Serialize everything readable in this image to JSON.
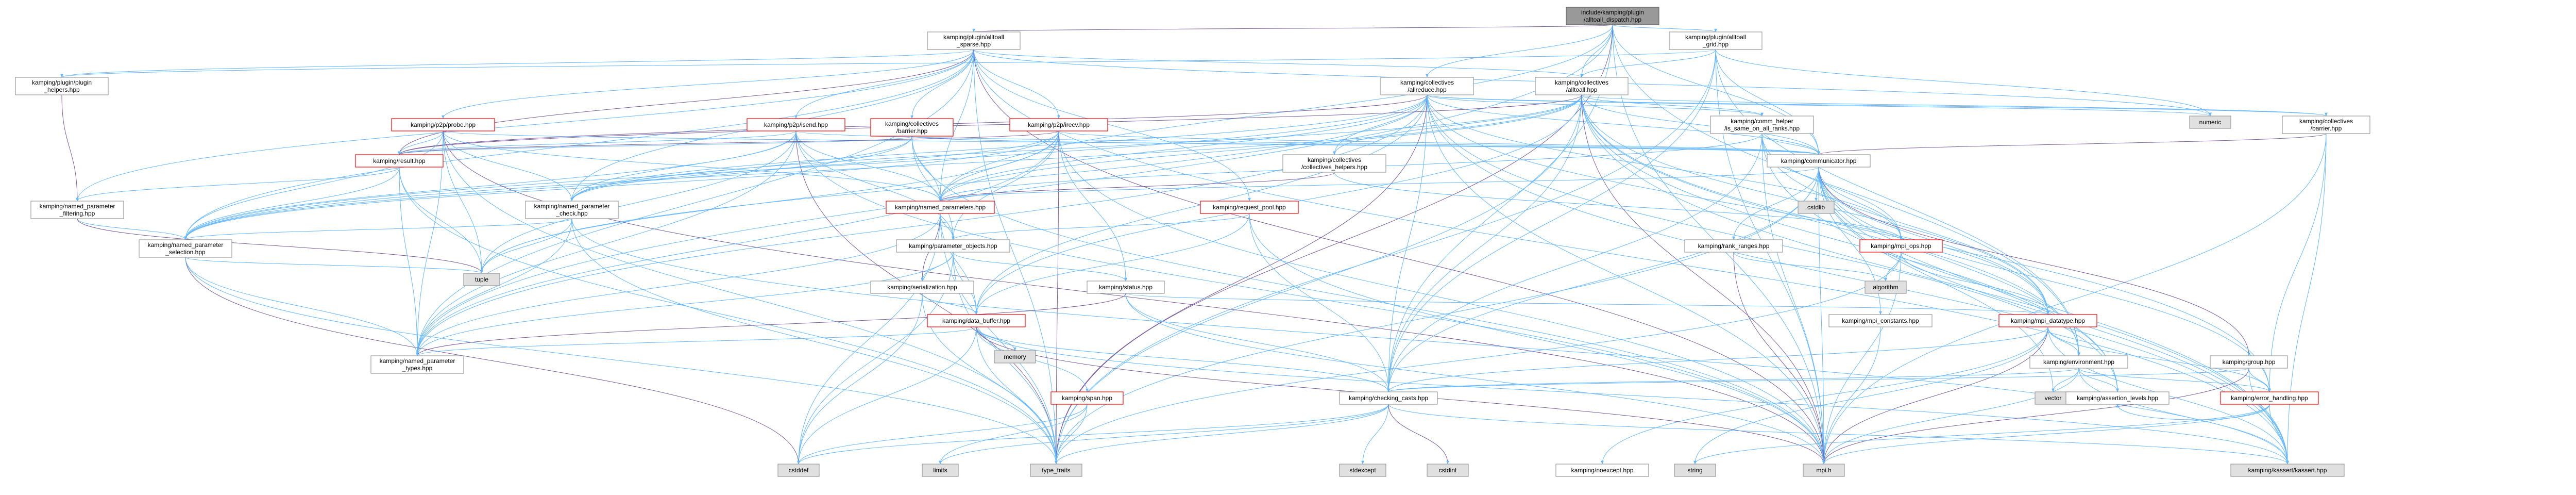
{
  "nodes": [
    {
      "id": "root",
      "lines": [
        "include/kamping/plugin",
        "/alltoall_dispatch.hpp"
      ],
      "style": "root"
    },
    {
      "id": "sparse",
      "lines": [
        "kamping/plugin/alltoall",
        "_sparse.hpp"
      ],
      "style": "normal"
    },
    {
      "id": "grid",
      "lines": [
        "kamping/plugin/alltoall",
        "_grid.hpp"
      ],
      "style": "normal"
    },
    {
      "id": "plugin_helpers",
      "lines": [
        "kamping/plugin/plugin",
        "_helpers.hpp"
      ],
      "style": "normal"
    },
    {
      "id": "coll_allreduce",
      "lines": [
        "kamping/collectives",
        "/allreduce.hpp"
      ],
      "style": "normal"
    },
    {
      "id": "coll_alltoall",
      "lines": [
        "kamping/collectives",
        "/alltoall.hpp"
      ],
      "style": "normal"
    },
    {
      "id": "p2p_probe",
      "lines": [
        "kamping/p2p/probe.hpp"
      ],
      "style": "red"
    },
    {
      "id": "p2p_isend",
      "lines": [
        "kamping/p2p/isend.hpp"
      ],
      "style": "red"
    },
    {
      "id": "coll_barrier_red",
      "lines": [
        "kamping/collectives",
        "/barrier.hpp"
      ],
      "style": "red"
    },
    {
      "id": "p2p_irecv",
      "lines": [
        "kamping/p2p/irecv.hpp"
      ],
      "style": "red"
    },
    {
      "id": "comm_helper",
      "lines": [
        "kamping/comm_helper",
        "/is_same_on_all_ranks.hpp"
      ],
      "style": "normal"
    },
    {
      "id": "coll_barrier",
      "lines": [
        "kamping/collectives",
        "/barrier.hpp"
      ],
      "style": "normal"
    },
    {
      "id": "numeric",
      "lines": [
        "numeric"
      ],
      "style": "dim"
    },
    {
      "id": "result",
      "lines": [
        "kamping/result.hpp"
      ],
      "style": "red"
    },
    {
      "id": "coll_helpers",
      "lines": [
        "kamping/collectives",
        "/collectives_helpers.hpp"
      ],
      "style": "normal"
    },
    {
      "id": "communicator",
      "lines": [
        "kamping/communicator.hpp"
      ],
      "style": "normal"
    },
    {
      "id": "np_filtering",
      "lines": [
        "kamping/named_parameter",
        "_filtering.hpp"
      ],
      "style": "normal"
    },
    {
      "id": "np_check",
      "lines": [
        "kamping/named_parameter",
        "_check.hpp"
      ],
      "style": "normal"
    },
    {
      "id": "named_params",
      "lines": [
        "kamping/named_parameters.hpp"
      ],
      "style": "red"
    },
    {
      "id": "request_pool",
      "lines": [
        "kamping/request_pool.hpp"
      ],
      "style": "red"
    },
    {
      "id": "cstdlib",
      "lines": [
        "cstdlib"
      ],
      "style": "dim"
    },
    {
      "id": "np_selection",
      "lines": [
        "kamping/named_parameter",
        "_selection.hpp"
      ],
      "style": "normal"
    },
    {
      "id": "param_objects",
      "lines": [
        "kamping/parameter_objects.hpp"
      ],
      "style": "normal"
    },
    {
      "id": "rank_ranges",
      "lines": [
        "kamping/rank_ranges.hpp"
      ],
      "style": "normal"
    },
    {
      "id": "mpi_ops",
      "lines": [
        "kamping/mpi_ops.hpp"
      ],
      "style": "red"
    },
    {
      "id": "tuple",
      "lines": [
        "tuple"
      ],
      "style": "dim"
    },
    {
      "id": "serialization",
      "lines": [
        "kamping/serialization.hpp"
      ],
      "style": "normal"
    },
    {
      "id": "status",
      "lines": [
        "kamping/status.hpp"
      ],
      "style": "normal"
    },
    {
      "id": "algorithm",
      "lines": [
        "algorithm"
      ],
      "style": "dim"
    },
    {
      "id": "mpi_constants",
      "lines": [
        "kamping/mpi_constants.hpp"
      ],
      "style": "normal"
    },
    {
      "id": "mpi_datatype",
      "lines": [
        "kamping/mpi_datatype.hpp"
      ],
      "style": "red"
    },
    {
      "id": "data_buffer",
      "lines": [
        "kamping/data_buffer.hpp"
      ],
      "style": "red"
    },
    {
      "id": "memory",
      "lines": [
        "memory"
      ],
      "style": "dim"
    },
    {
      "id": "environment",
      "lines": [
        "kamping/environment.hpp"
      ],
      "style": "normal"
    },
    {
      "id": "group",
      "lines": [
        "kamping/group.hpp"
      ],
      "style": "normal"
    },
    {
      "id": "np_types",
      "lines": [
        "kamping/named_parameter",
        "_types.hpp"
      ],
      "style": "normal"
    },
    {
      "id": "span",
      "lines": [
        "kamping/span.hpp"
      ],
      "style": "red"
    },
    {
      "id": "checking_casts",
      "lines": [
        "kamping/checking_casts.hpp"
      ],
      "style": "normal"
    },
    {
      "id": "vector",
      "lines": [
        "vector"
      ],
      "style": "dim"
    },
    {
      "id": "assertion_levels",
      "lines": [
        "kamping/assertion_levels.hpp"
      ],
      "style": "normal"
    },
    {
      "id": "error_handling",
      "lines": [
        "kamping/error_handling.hpp"
      ],
      "style": "red"
    },
    {
      "id": "cstddef",
      "lines": [
        "cstddef"
      ],
      "style": "dim"
    },
    {
      "id": "limits",
      "lines": [
        "limits"
      ],
      "style": "dim"
    },
    {
      "id": "type_traits",
      "lines": [
        "type_traits"
      ],
      "style": "dim"
    },
    {
      "id": "stdexcept",
      "lines": [
        "stdexcept"
      ],
      "style": "dim"
    },
    {
      "id": "cstdint",
      "lines": [
        "cstdint"
      ],
      "style": "dim"
    },
    {
      "id": "noexcept",
      "lines": [
        "kamping/noexcept.hpp"
      ],
      "style": "normal"
    },
    {
      "id": "string",
      "lines": [
        "string"
      ],
      "style": "dim"
    },
    {
      "id": "mpi_h",
      "lines": [
        "mpi.h"
      ],
      "style": "dim"
    },
    {
      "id": "kassert",
      "lines": [
        "kamping/kassert/kassert.hpp"
      ],
      "style": "dim"
    }
  ],
  "edges": [
    [
      "root",
      "sparse"
    ],
    [
      "root",
      "grid"
    ],
    [
      "root",
      "coll_allreduce"
    ],
    [
      "root",
      "coll_alltoall"
    ],
    [
      "root",
      "communicator"
    ],
    [
      "root",
      "environment"
    ],
    [
      "root",
      "np_types"
    ],
    [
      "root",
      "checking_casts"
    ],
    [
      "root",
      "named_params"
    ],
    [
      "root",
      "type_traits"
    ],
    [
      "root",
      "mpi_h"
    ],
    [
      "sparse",
      "plugin_helpers"
    ],
    [
      "sparse",
      "coll_alltoall"
    ],
    [
      "sparse",
      "p2p_probe"
    ],
    [
      "sparse",
      "p2p_isend"
    ],
    [
      "sparse",
      "coll_barrier_red"
    ],
    [
      "sparse",
      "p2p_irecv"
    ],
    [
      "sparse",
      "request_pool"
    ],
    [
      "sparse",
      "result"
    ],
    [
      "sparse",
      "np_check"
    ],
    [
      "sparse",
      "np_selection"
    ],
    [
      "sparse",
      "np_types"
    ],
    [
      "sparse",
      "named_params"
    ],
    [
      "sparse",
      "np_filtering"
    ],
    [
      "sparse",
      "numeric"
    ],
    [
      "sparse",
      "kassert"
    ],
    [
      "sparse",
      "type_traits"
    ],
    [
      "sparse",
      "mpi_h"
    ],
    [
      "grid",
      "plugin_helpers"
    ],
    [
      "grid",
      "coll_alltoall"
    ],
    [
      "grid",
      "communicator"
    ],
    [
      "grid",
      "checking_casts"
    ],
    [
      "grid",
      "environment"
    ],
    [
      "grid",
      "numeric"
    ],
    [
      "grid",
      "type_traits"
    ],
    [
      "grid",
      "mpi_h"
    ],
    [
      "plugin_helpers",
      "np_filtering"
    ],
    [
      "coll_allreduce",
      "comm_helper"
    ],
    [
      "coll_allreduce",
      "coll_barrier"
    ],
    [
      "coll_allreduce",
      "coll_helpers"
    ],
    [
      "coll_allreduce",
      "communicator"
    ],
    [
      "coll_allreduce",
      "np_check"
    ],
    [
      "coll_allreduce",
      "np_selection"
    ],
    [
      "coll_allreduce",
      "np_types"
    ],
    [
      "coll_allreduce",
      "named_params"
    ],
    [
      "coll_allreduce",
      "result"
    ],
    [
      "coll_allreduce",
      "numeric"
    ],
    [
      "coll_allreduce",
      "checking_casts"
    ],
    [
      "coll_allreduce",
      "data_buffer"
    ],
    [
      "coll_allreduce",
      "mpi_datatype"
    ],
    [
      "coll_allreduce",
      "mpi_ops"
    ],
    [
      "coll_allreduce",
      "assertion_levels"
    ],
    [
      "coll_allreduce",
      "kassert"
    ],
    [
      "coll_allreduce",
      "tuple"
    ],
    [
      "coll_allreduce",
      "type_traits"
    ],
    [
      "coll_allreduce",
      "mpi_h"
    ],
    [
      "coll_alltoall",
      "comm_helper"
    ],
    [
      "coll_alltoall",
      "coll_barrier"
    ],
    [
      "coll_alltoall",
      "coll_helpers"
    ],
    [
      "coll_alltoall",
      "communicator"
    ],
    [
      "coll_alltoall",
      "np_check"
    ],
    [
      "coll_alltoall",
      "np_selection"
    ],
    [
      "coll_alltoall",
      "named_params"
    ],
    [
      "coll_alltoall",
      "result"
    ],
    [
      "coll_alltoall",
      "checking_casts"
    ],
    [
      "coll_alltoall",
      "data_buffer"
    ],
    [
      "coll_alltoall",
      "mpi_datatype"
    ],
    [
      "coll_alltoall",
      "error_handling"
    ],
    [
      "coll_alltoall",
      "environment"
    ],
    [
      "coll_alltoall",
      "assertion_levels"
    ],
    [
      "coll_alltoall",
      "kassert"
    ],
    [
      "coll_alltoall",
      "type_traits"
    ],
    [
      "coll_alltoall",
      "mpi_h"
    ],
    [
      "p2p_probe",
      "result"
    ],
    [
      "p2p_probe",
      "np_check"
    ],
    [
      "p2p_probe",
      "np_selection"
    ],
    [
      "p2p_probe",
      "np_types"
    ],
    [
      "p2p_probe",
      "named_params"
    ],
    [
      "p2p_probe",
      "communicator"
    ],
    [
      "p2p_probe",
      "tuple"
    ],
    [
      "p2p_probe",
      "type_traits"
    ],
    [
      "p2p_probe",
      "mpi_h"
    ],
    [
      "p2p_isend",
      "result"
    ],
    [
      "p2p_isend",
      "np_check"
    ],
    [
      "p2p_isend",
      "np_selection"
    ],
    [
      "p2p_isend",
      "np_types"
    ],
    [
      "p2p_isend",
      "named_params"
    ],
    [
      "p2p_isend",
      "communicator"
    ],
    [
      "p2p_isend",
      "param_objects"
    ],
    [
      "p2p_isend",
      "tuple"
    ],
    [
      "p2p_isend",
      "type_traits"
    ],
    [
      "p2p_isend",
      "mpi_h"
    ],
    [
      "coll_barrier_red",
      "result"
    ],
    [
      "coll_barrier_red",
      "np_check"
    ],
    [
      "coll_barrier_red",
      "np_selection"
    ],
    [
      "coll_barrier_red",
      "named_params"
    ],
    [
      "coll_barrier_red",
      "communicator"
    ],
    [
      "coll_barrier_red",
      "param_objects"
    ],
    [
      "coll_barrier_red",
      "mpi_h"
    ],
    [
      "p2p_irecv",
      "result"
    ],
    [
      "p2p_irecv",
      "np_check"
    ],
    [
      "p2p_irecv",
      "np_selection"
    ],
    [
      "p2p_irecv",
      "np_types"
    ],
    [
      "p2p_irecv",
      "named_params"
    ],
    [
      "p2p_irecv",
      "communicator"
    ],
    [
      "p2p_irecv",
      "param_objects"
    ],
    [
      "p2p_irecv",
      "status"
    ],
    [
      "p2p_irecv",
      "tuple"
    ],
    [
      "p2p_irecv",
      "type_traits"
    ],
    [
      "p2p_irecv",
      "mpi_h"
    ],
    [
      "comm_helper",
      "communicator"
    ],
    [
      "comm_helper",
      "named_params"
    ],
    [
      "comm_helper",
      "mpi_datatype"
    ],
    [
      "comm_helper",
      "mpi_ops"
    ],
    [
      "comm_helper",
      "checking_casts"
    ],
    [
      "comm_helper",
      "kassert"
    ],
    [
      "comm_helper",
      "mpi_h"
    ],
    [
      "coll_barrier",
      "communicator"
    ],
    [
      "coll_barrier",
      "error_handling"
    ],
    [
      "coll_barrier",
      "kassert"
    ],
    [
      "coll_barrier",
      "mpi_h"
    ],
    [
      "result",
      "np_types"
    ],
    [
      "result",
      "np_selection"
    ],
    [
      "result",
      "tuple"
    ],
    [
      "result",
      "type_traits"
    ],
    [
      "result",
      "np_filtering"
    ],
    [
      "coll_helpers",
      "named_params"
    ],
    [
      "coll_helpers",
      "mpi_ops"
    ],
    [
      "communicator",
      "cstdlib"
    ],
    [
      "communicator",
      "rank_ranges"
    ],
    [
      "communicator",
      "mpi_ops"
    ],
    [
      "communicator",
      "mpi_datatype"
    ],
    [
      "communicator",
      "mpi_constants"
    ],
    [
      "communicator",
      "environment"
    ],
    [
      "communicator",
      "error_handling"
    ],
    [
      "communicator",
      "group"
    ],
    [
      "communicator",
      "checking_casts"
    ],
    [
      "communicator",
      "assertion_levels"
    ],
    [
      "communicator",
      "named_params"
    ],
    [
      "communicator",
      "vector"
    ],
    [
      "communicator",
      "kassert"
    ],
    [
      "communicator",
      "mpi_h"
    ],
    [
      "communicator",
      "type_traits"
    ],
    [
      "np_filtering",
      "np_selection"
    ],
    [
      "np_filtering",
      "tuple"
    ],
    [
      "np_check",
      "np_selection"
    ],
    [
      "np_check",
      "np_types"
    ],
    [
      "np_check",
      "tuple"
    ],
    [
      "np_check",
      "type_traits"
    ],
    [
      "np_check",
      "kassert"
    ],
    [
      "named_params",
      "param_objects"
    ],
    [
      "named_params",
      "np_types"
    ],
    [
      "named_params",
      "data_buffer"
    ],
    [
      "named_params",
      "serialization"
    ],
    [
      "named_params",
      "cstddef"
    ],
    [
      "named_params",
      "type_traits"
    ],
    [
      "request_pool",
      "param_objects"
    ],
    [
      "request_pool",
      "data_buffer"
    ],
    [
      "request_pool",
      "mpi_h"
    ],
    [
      "request_pool",
      "checking_casts"
    ],
    [
      "np_selection",
      "np_types"
    ],
    [
      "np_selection",
      "tuple"
    ],
    [
      "np_selection",
      "cstddef"
    ],
    [
      "np_selection",
      "type_traits"
    ],
    [
      "param_objects",
      "data_buffer"
    ],
    [
      "param_objects",
      "np_types"
    ],
    [
      "param_objects",
      "status"
    ],
    [
      "param_objects",
      "serialization"
    ],
    [
      "param_objects",
      "type_traits"
    ],
    [
      "param_objects",
      "cstddef"
    ],
    [
      "rank_ranges",
      "algorithm"
    ],
    [
      "rank_ranges",
      "mpi_h"
    ],
    [
      "mpi_ops",
      "mpi_datatype"
    ],
    [
      "mpi_ops",
      "algorithm"
    ],
    [
      "mpi_ops",
      "type_traits"
    ],
    [
      "mpi_ops",
      "mpi_h"
    ],
    [
      "serialization",
      "data_buffer"
    ],
    [
      "serialization",
      "type_traits"
    ],
    [
      "serialization",
      "cstddef"
    ],
    [
      "status",
      "checking_casts"
    ],
    [
      "status",
      "np_types"
    ],
    [
      "status",
      "mpi_datatype"
    ],
    [
      "status",
      "mpi_h"
    ],
    [
      "mpi_constants",
      "mpi_h"
    ],
    [
      "mpi_datatype",
      "environment"
    ],
    [
      "mpi_datatype",
      "error_handling"
    ],
    [
      "mpi_datatype",
      "checking_casts"
    ],
    [
      "mpi_datatype",
      "noexcept"
    ],
    [
      "mpi_datatype",
      "kassert"
    ],
    [
      "mpi_datatype",
      "mpi_h"
    ],
    [
      "mpi_datatype",
      "string"
    ],
    [
      "data_buffer",
      "memory"
    ],
    [
      "data_buffer",
      "span"
    ],
    [
      "data_buffer",
      "np_types"
    ],
    [
      "data_buffer",
      "checking_casts"
    ],
    [
      "data_buffer",
      "cstddef"
    ],
    [
      "data_buffer",
      "type_traits"
    ],
    [
      "data_buffer",
      "kassert"
    ],
    [
      "data_buffer",
      "mpi_h"
    ],
    [
      "environment",
      "checking_casts"
    ],
    [
      "environment",
      "error_handling"
    ],
    [
      "environment",
      "assertion_levels"
    ],
    [
      "environment",
      "vector"
    ],
    [
      "environment",
      "mpi_h"
    ],
    [
      "environment",
      "kassert"
    ],
    [
      "group",
      "error_handling"
    ],
    [
      "group",
      "checking_casts"
    ],
    [
      "group",
      "mpi_h"
    ],
    [
      "group",
      "kassert"
    ],
    [
      "span",
      "cstddef"
    ],
    [
      "span",
      "type_traits"
    ],
    [
      "span",
      "limits"
    ],
    [
      "checking_casts",
      "cstddef"
    ],
    [
      "checking_casts",
      "type_traits"
    ],
    [
      "checking_casts",
      "limits"
    ],
    [
      "checking_casts",
      "stdexcept"
    ],
    [
      "checking_casts",
      "cstdint"
    ],
    [
      "checking_casts",
      "kassert"
    ],
    [
      "error_handling",
      "assertion_levels"
    ],
    [
      "error_handling",
      "kassert"
    ],
    [
      "error_handling",
      "string"
    ],
    [
      "error_handling",
      "mpi_h"
    ]
  ]
}
